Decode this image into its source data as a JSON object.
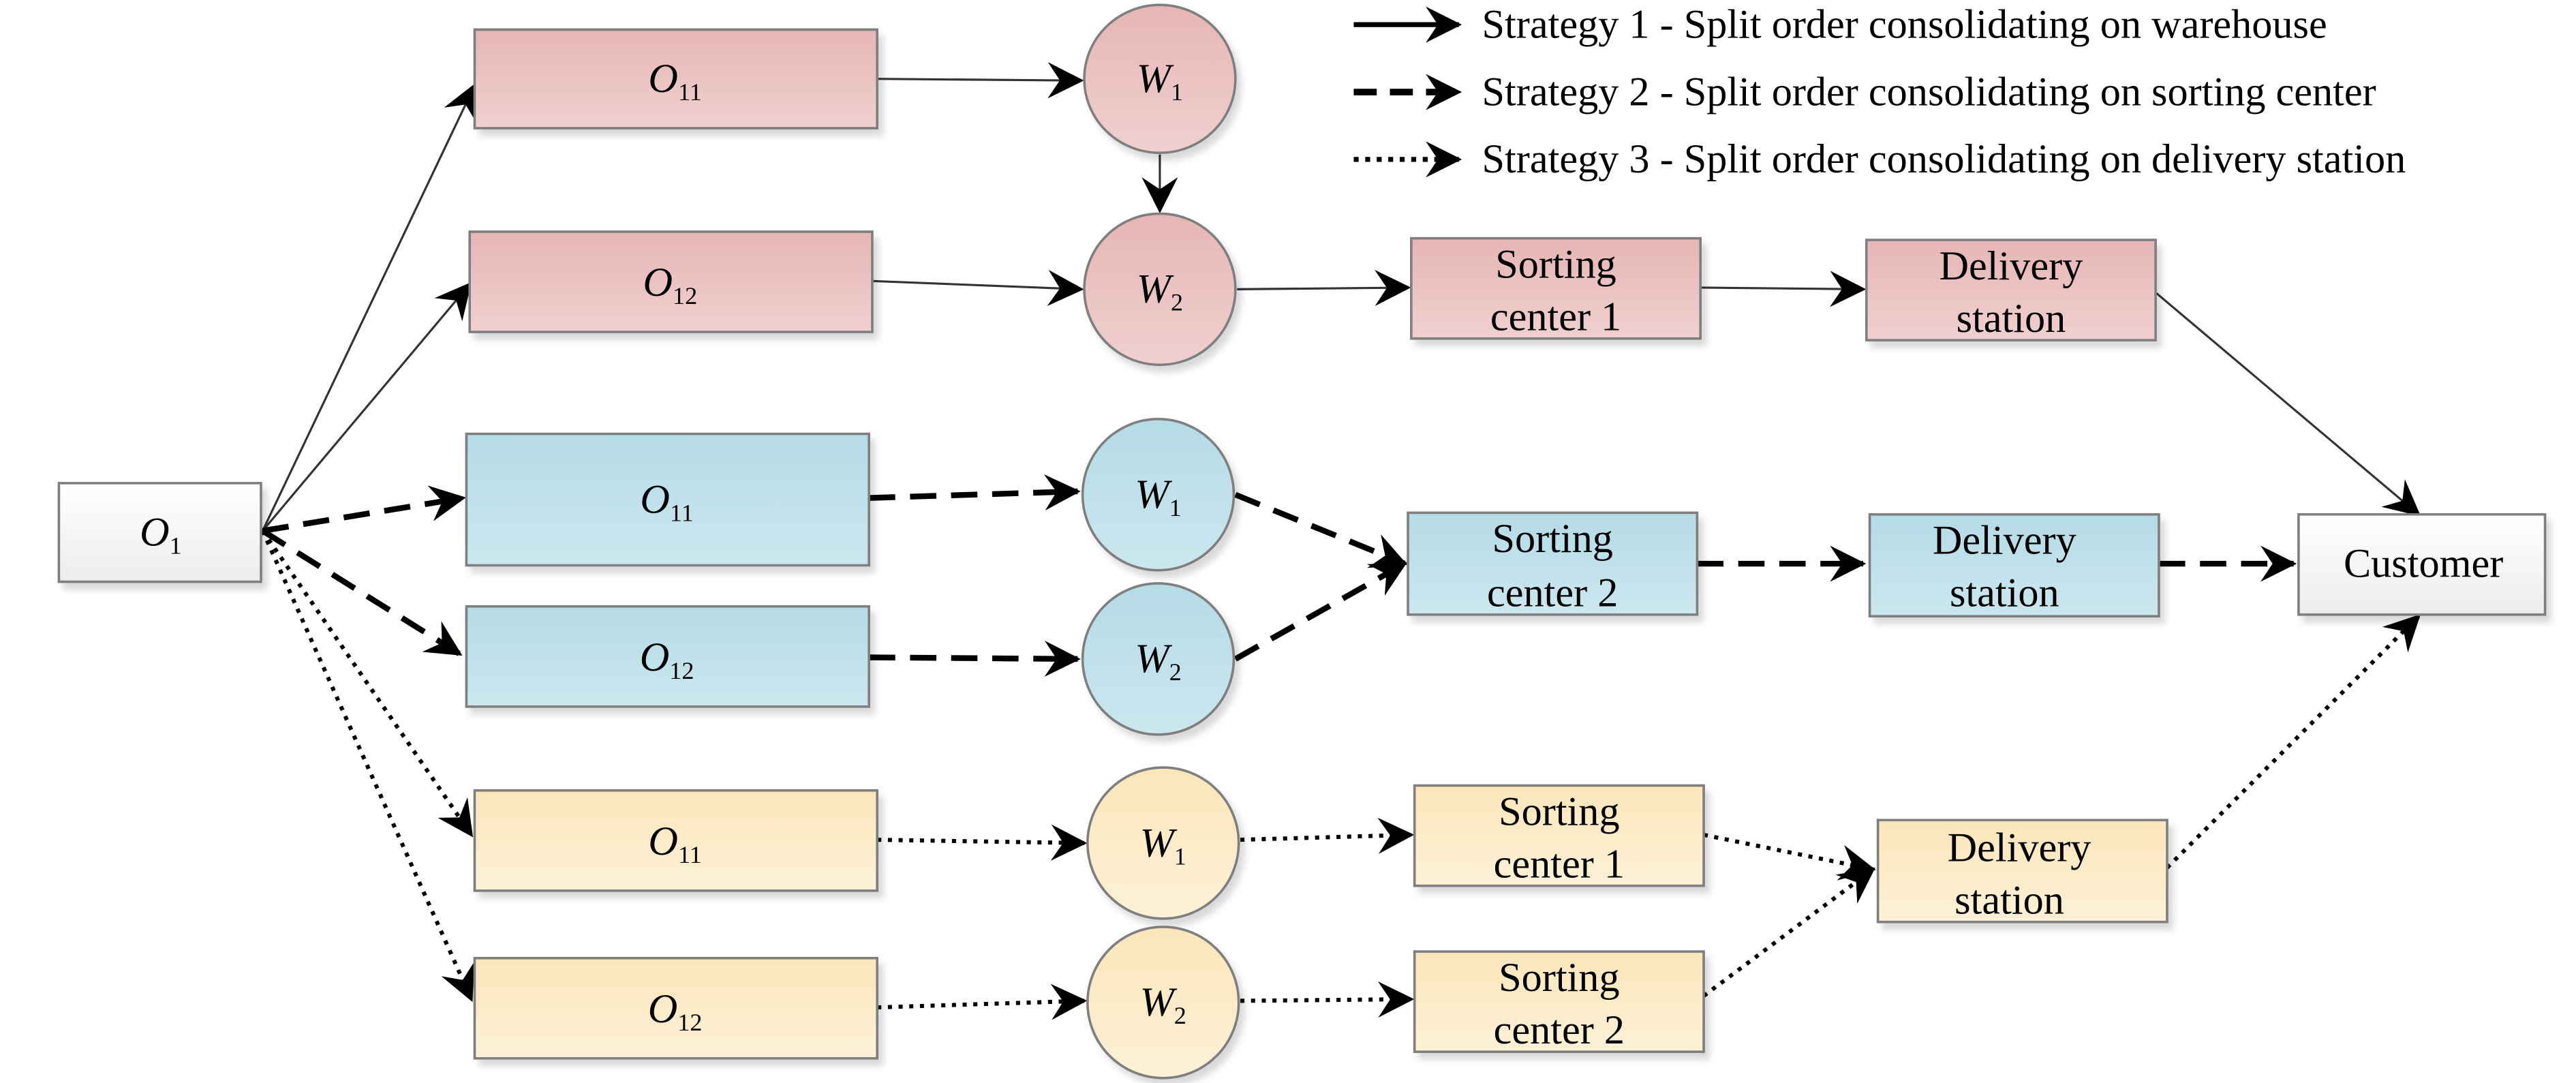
{
  "legend": [
    {
      "style": "solid",
      "label": "Strategy 1 - Split order consolidating on warehouse"
    },
    {
      "style": "dashed",
      "label": "Strategy 2 - Split order consolidating on sorting center"
    },
    {
      "style": "dotted",
      "label": "Strategy 3 - Split order consolidating on delivery station"
    }
  ],
  "colors": {
    "strategy1_fill_top": "#e5b6b5",
    "strategy1_fill_bottom": "#f0d0cf",
    "strategy2_fill_top": "#b5dbe6",
    "strategy2_fill_bottom": "#cbe7ef",
    "strategy3_fill_top": "#fbe6bb",
    "strategy3_fill_bottom": "#fdf1d6",
    "neutral_fill_top": "#ffffff",
    "neutral_fill_bottom": "#ececec",
    "border": "#7f7f7f"
  },
  "origin": {
    "symbol": "O",
    "sub": "1"
  },
  "customer": {
    "label": "Customer"
  },
  "strategies": [
    {
      "id": "s1",
      "orders": [
        {
          "symbol": "O",
          "sub": "11"
        },
        {
          "symbol": "O",
          "sub": "12"
        }
      ],
      "warehouses": [
        {
          "symbol": "W",
          "sub": "1"
        },
        {
          "symbol": "W",
          "sub": "2"
        }
      ],
      "sorting_centers": [
        {
          "line1": "Sorting",
          "line2": "center 1"
        }
      ],
      "delivery_stations": [
        {
          "line1": "Delivery",
          "line2": "station"
        }
      ]
    },
    {
      "id": "s2",
      "orders": [
        {
          "symbol": "O",
          "sub": "11"
        },
        {
          "symbol": "O",
          "sub": "12"
        }
      ],
      "warehouses": [
        {
          "symbol": "W",
          "sub": "1"
        },
        {
          "symbol": "W",
          "sub": "2"
        }
      ],
      "sorting_centers": [
        {
          "line1": "Sorting",
          "line2": "center 2"
        }
      ],
      "delivery_stations": [
        {
          "line1": "Delivery",
          "line2": "station"
        }
      ]
    },
    {
      "id": "s3",
      "orders": [
        {
          "symbol": "O",
          "sub": "11"
        },
        {
          "symbol": "O",
          "sub": "12"
        }
      ],
      "warehouses": [
        {
          "symbol": "W",
          "sub": "1"
        },
        {
          "symbol": "W",
          "sub": "2"
        }
      ],
      "sorting_centers": [
        {
          "line1": "Sorting",
          "line2": "center 1"
        },
        {
          "line1": "Sorting",
          "line2": "center 2"
        }
      ],
      "delivery_stations": [
        {
          "line1": "Delivery",
          "line2": "station"
        }
      ]
    }
  ]
}
